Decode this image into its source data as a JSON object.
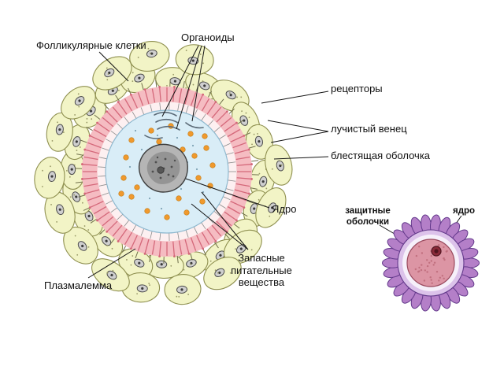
{
  "diagram": {
    "main": {
      "labels": {
        "follicular": "Фолликулярные клетки",
        "organoids": "Органоиды",
        "receptors": "рецепторы",
        "corona": "лучистый венец",
        "zona": "блестящая оболочка",
        "nucleus": "Ядро",
        "reserve_line1": "Запасные",
        "reserve_line2": "питательные",
        "reserve_line3": "вещества",
        "plasmalemma": "Плазмалемма"
      }
    },
    "inset": {
      "labels": {
        "protective_line1": "защитные",
        "protective_line2": "оболочки",
        "nucleus": "ядро"
      }
    }
  },
  "colors": {
    "follicle_fill": "#f2f4c6",
    "follicle_stroke": "#8f9050",
    "corona_fill": "#f5bcc2",
    "corona_stroke": "#d4687a",
    "zona_fill": "#fdf0f1",
    "cytoplasm_fill": "#d9edf7",
    "cytoplasm_stroke": "#8fb9cf",
    "nutrient": "#f0992d",
    "nutrient_stroke": "#c27b14",
    "inset_villi": "#b47fc8",
    "inset_villi_stroke": "#63398b",
    "inset_ring": "#dcc2ea",
    "inset_zona": "#f6f0fa",
    "inset_mass": "#dc95a4",
    "inset_mass_stroke": "#99495d",
    "inset_dot": "#c1707f",
    "inset_nucleus": "#8a2a3a"
  }
}
